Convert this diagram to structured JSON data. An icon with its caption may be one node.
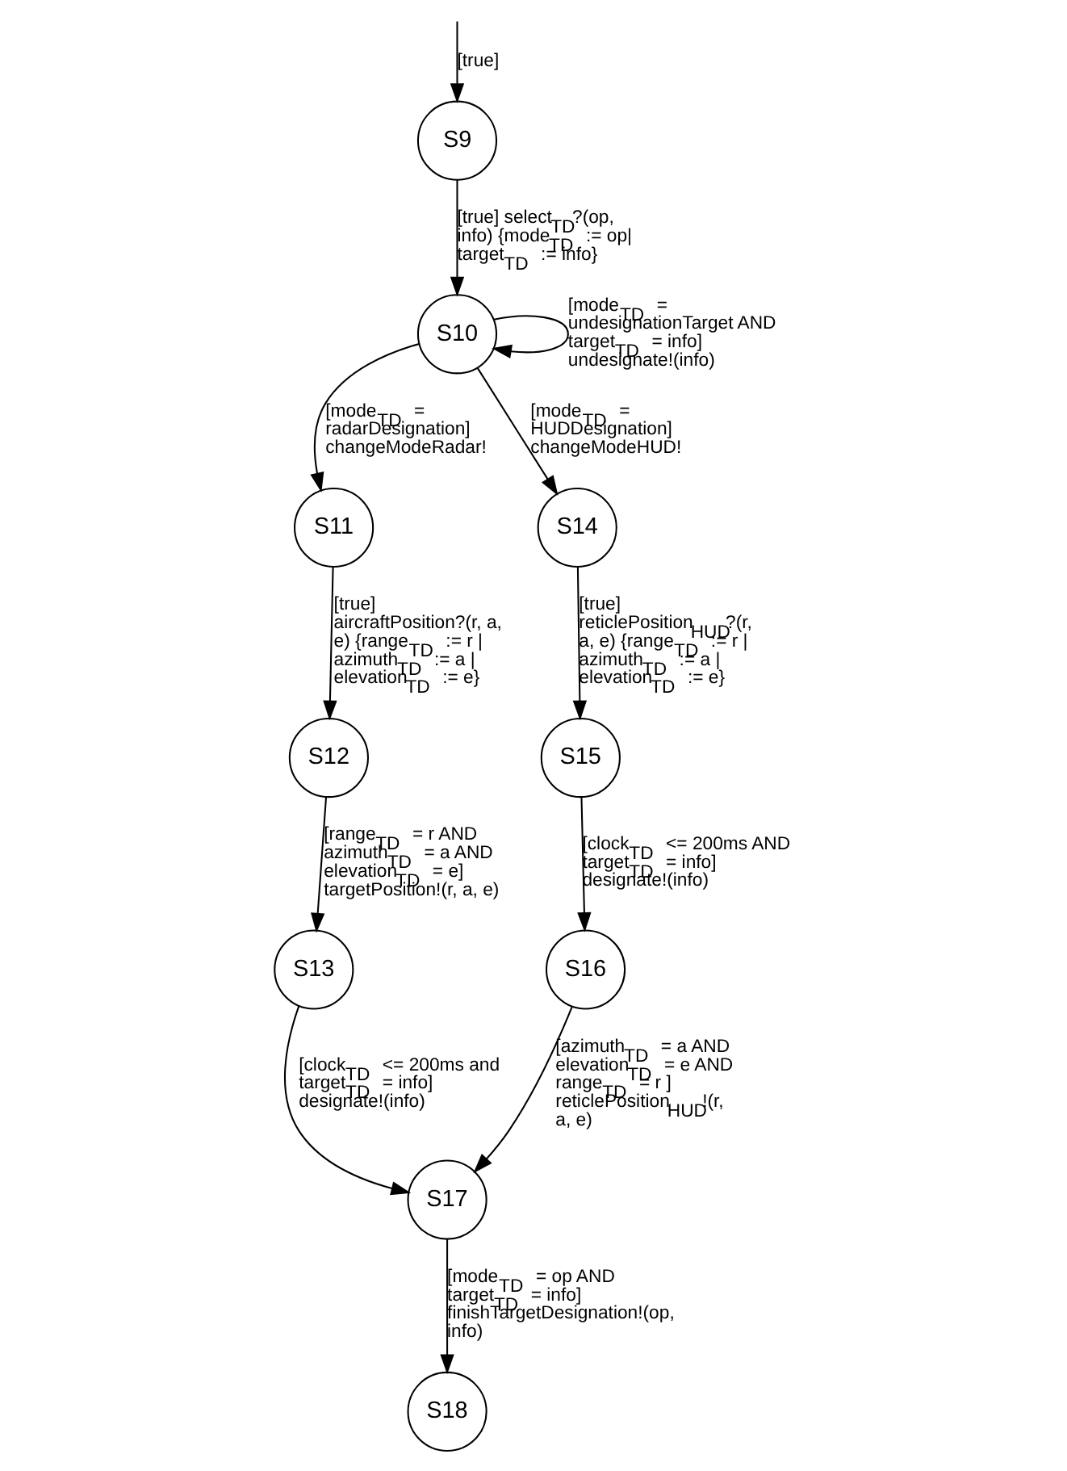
{
  "diagram": {
    "nodes": [
      {
        "text": [
          "S9"
        ]
      },
      {
        "text": [
          "S10"
        ]
      },
      {
        "text": [
          "S11"
        ]
      },
      {
        "text": [
          "S12"
        ]
      },
      {
        "text": [
          "S13"
        ]
      },
      {
        "text": [
          "S14"
        ]
      },
      {
        "text": [
          "S15"
        ]
      },
      {
        "text": [
          "S16"
        ]
      },
      {
        "text": [
          "S17"
        ]
      },
      {
        "text": [
          "S18"
        ]
      }
    ],
    "edges": [
      {
        "from": null,
        "to": 0,
        "arrow": "to",
        "label": "[true]"
      },
      {
        "from": 0,
        "to": 1,
        "arrow": "to",
        "label": "[true] select$_{TD}$?(op, info) {mode$_{TD}$ := op| target$_{TD}$ := info}"
      },
      {
        "from": 1,
        "to": 1,
        "arrow": "to",
        "label": "[mode$_{TD}$ = undesignationTarget AND target$_{TD}$ = info] undesignate!(info)"
      },
      {
        "from": 1,
        "to": 2,
        "arrow": "to",
        "label": "[mode$_{TD}$ = radarDesignation] changeModeRadar!"
      },
      {
        "from": 1,
        "to": 5,
        "arrow": "to",
        "label": "[mode$_{TD}$ = HUDDesignation] changeModeHUD!"
      },
      {
        "from": 2,
        "to": 3,
        "arrow": "to",
        "label": "[true] aircraftPosition?(r, a, e) {range$_{TD}$ := r | azimuth$_{TD}$ := a | elevation$_{TD}$ := e}"
      },
      {
        "from": 3,
        "to": 4,
        "arrow": "to",
        "label": "[range$_{TD}$ = r AND azimuth$_{TD}$ = a AND elevation$_{TD}$ = e] targetPosition!(r, a, e)"
      },
      {
        "from": 4,
        "to": 8,
        "arrow": "to",
        "label": "[clock$_{TD}$ <= 200ms and target$_{TD}$ = info] designate!(info)"
      },
      {
        "from": 5,
        "to": 6,
        "arrow": "to",
        "label": "[true] reticlePosition$_{HUD}$?(r, a, e) {range$_{TD}$ := r | azimuth$_{TD}$ := a | elevation$_{TD}$ := e}"
      },
      {
        "from": 6,
        "to": 7,
        "arrow": "to",
        "label": "[clock$_{TD}$ <= 200ms AND target$_{TD}$ = info] designate!(info)"
      },
      {
        "from": 7,
        "to": 8,
        "arrow": "to",
        "label": "[azimuth$_{TD}$ = a AND elevation$_{TD}$ = e AND range$_{TD}$ = r ] reticlePosition$_{HUD}$!(r, a, e)"
      },
      {
        "from": 8,
        "to": 9,
        "arrow": "to",
        "label": "[mode$_{TD}$ = op AND target$_{TD}$ = info] finishTargetDesignation!(op, info)"
      }
    ]
  }
}
